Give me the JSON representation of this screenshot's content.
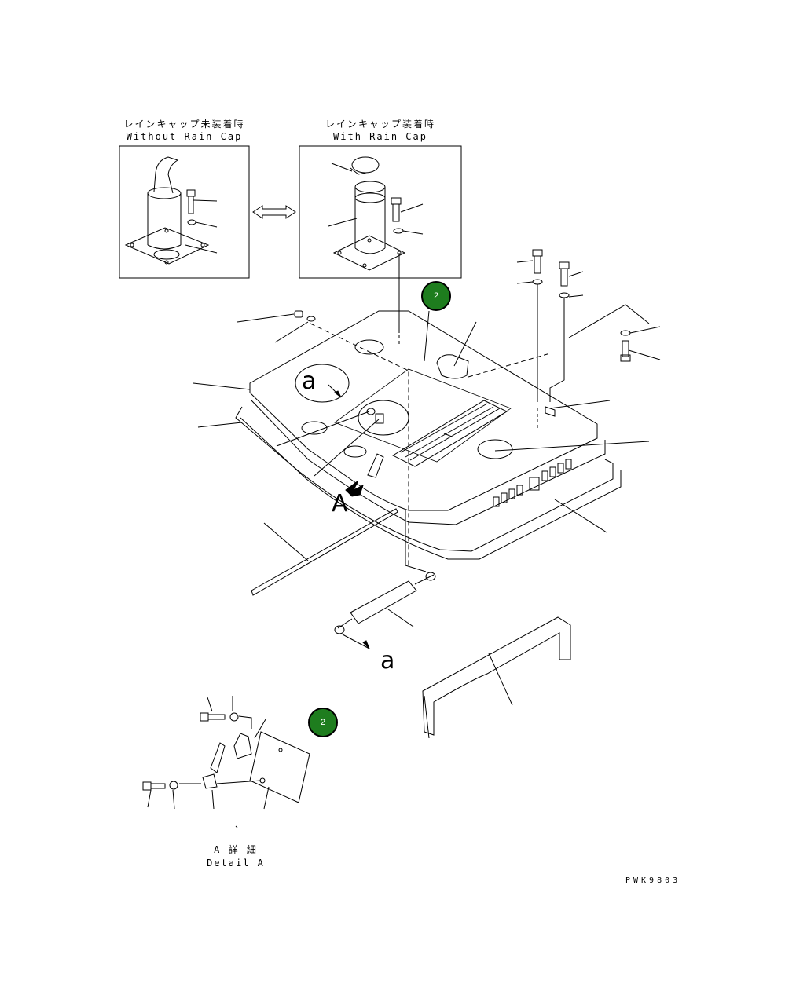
{
  "inset_left": {
    "title_jp": "レインキャップ未装着時",
    "title_en": "Without Rain Cap"
  },
  "inset_right": {
    "title_jp": "レインキャップ装着時",
    "title_en": "With Rain Cap"
  },
  "view_marker": {
    "arrow_label": "A",
    "section_label_1": "a",
    "section_label_2": "a"
  },
  "detail": {
    "title_jp": "A 詳 細",
    "title_en": "Detail A"
  },
  "callouts": [
    {
      "text": "2",
      "color": "#1e7d1e"
    },
    {
      "text": "2",
      "color": "#1e7d1e"
    }
  ],
  "drawing_code": "PWK9803"
}
